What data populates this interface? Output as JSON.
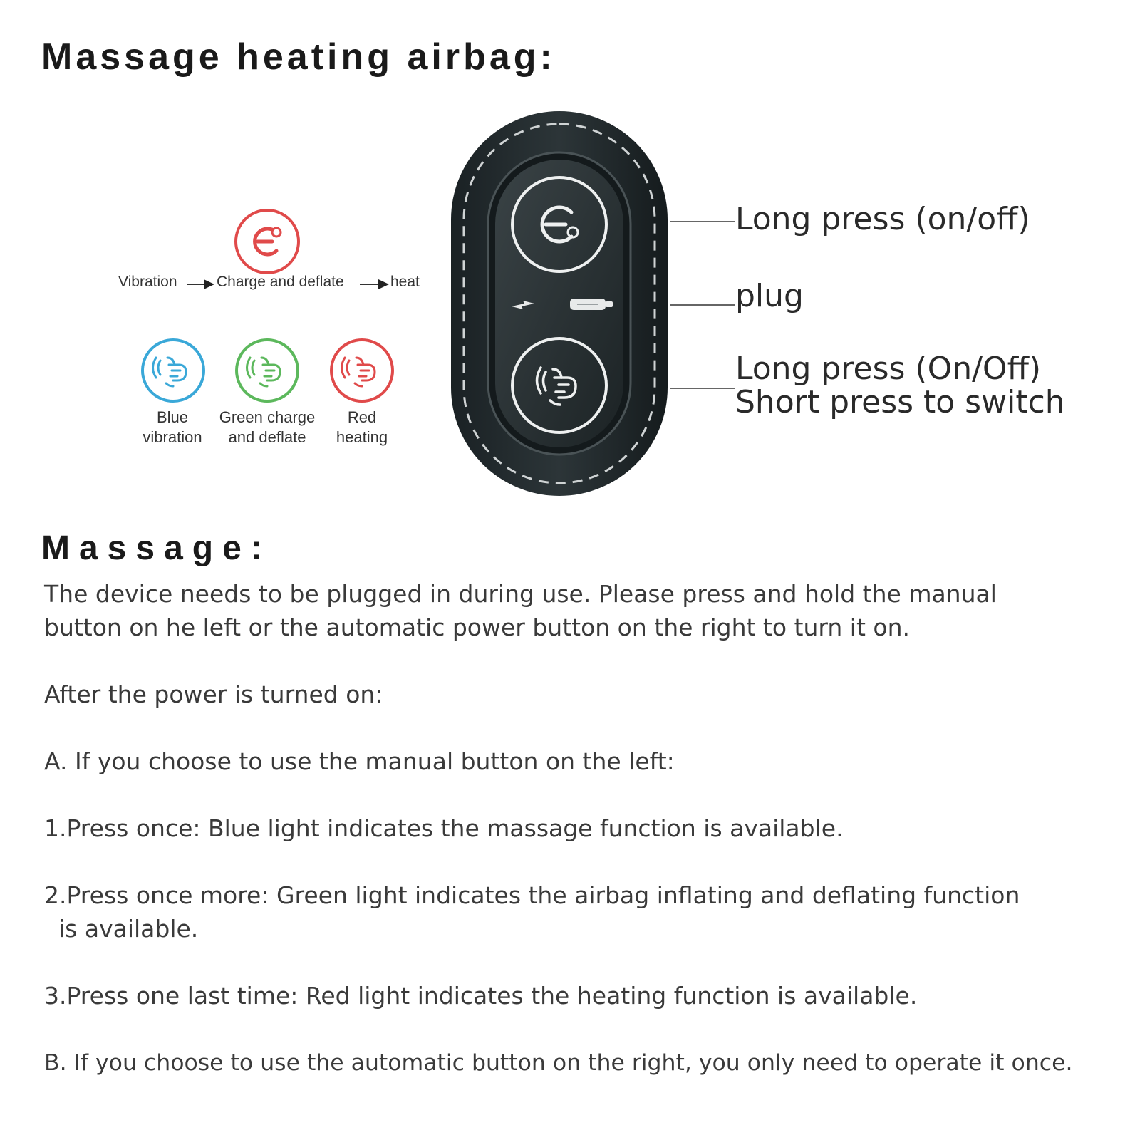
{
  "title": "Massage heating airbag:",
  "flow": {
    "step1": "Vibration",
    "step2": "Charge and deflate",
    "step3": "heat"
  },
  "modes": [
    {
      "line1": "Blue",
      "line2": "vibration",
      "color": "#3aa8d8"
    },
    {
      "line1": "Green charge",
      "line2": "and deflate",
      "color": "#5cb85c"
    },
    {
      "line1": "Red",
      "line2": "heating",
      "color": "#e04a4a"
    }
  ],
  "power_icon_color": "#e04a4a",
  "callouts": {
    "top": "Long press (on/off)",
    "middle": "plug",
    "bottom_line1": "Long press (On/Off)",
    "bottom_line2": "Short press to switch"
  },
  "section_title": "Massage:",
  "paragraphs": {
    "p1_line1": "The device needs to be plugged in during use. Please press and hold the manual",
    "p1_line2": "button on he left or the automatic power button on the right to turn it on.",
    "p2": "After the power is turned on:",
    "p3": "A. If you choose to use the manual button on the left:",
    "p4": "1.Press once: Blue light indicates the massage function is available.",
    "p5_line1": "2.Press once more: Green light indicates the airbag inflating and deflating function",
    "p5_line2": "is available.",
    "p6": "3.Press one last time: Red light indicates the heating function is available.",
    "p7": "B. If you choose to use the automatic button on the right, you only need to operate it once."
  }
}
